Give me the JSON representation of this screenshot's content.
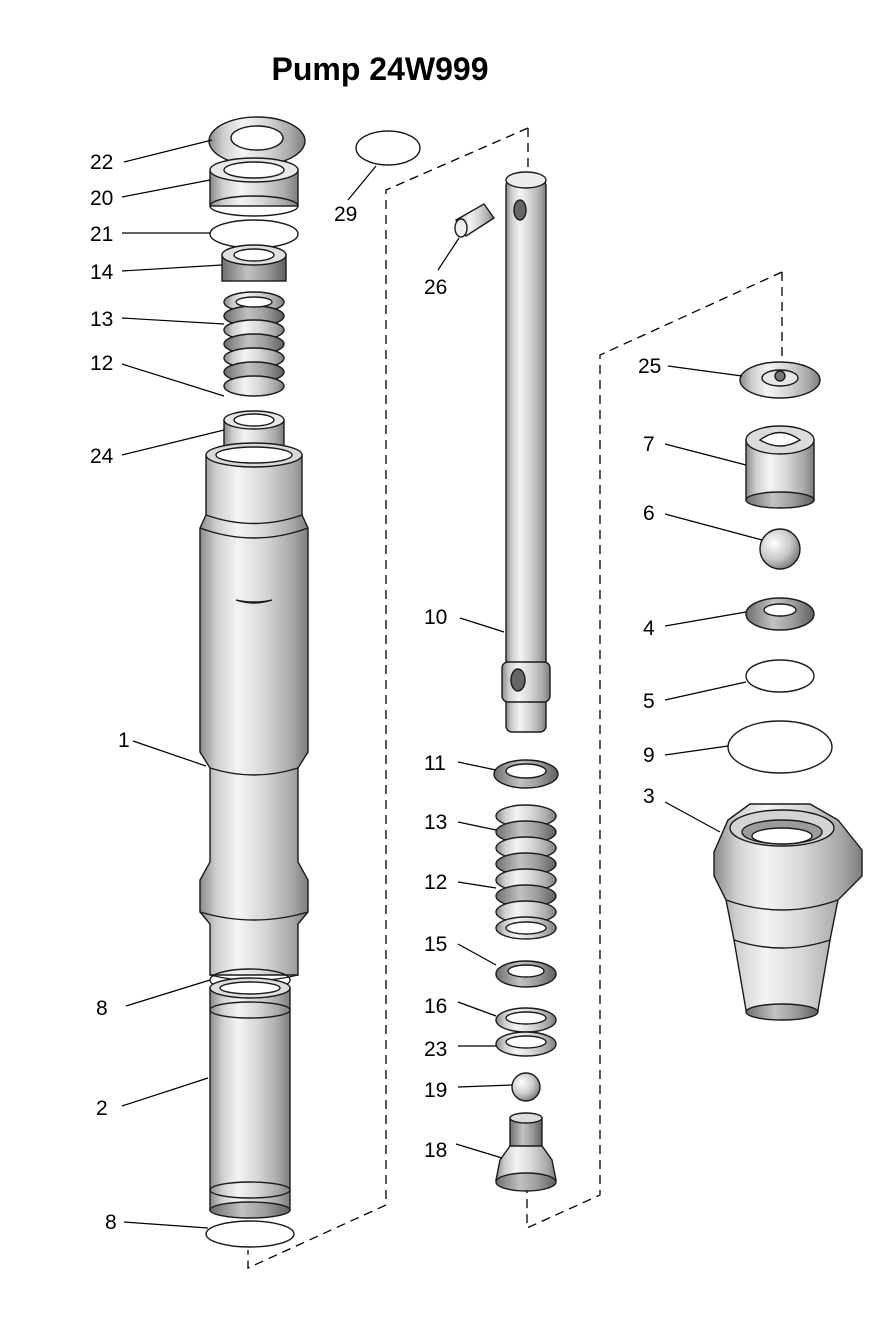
{
  "title": "Pump 24W999",
  "callouts": [
    {
      "id": "c22a",
      "label": "22"
    },
    {
      "id": "c20",
      "label": "20"
    },
    {
      "id": "c21",
      "label": "21"
    },
    {
      "id": "c14",
      "label": "14"
    },
    {
      "id": "c13a",
      "label": "13"
    },
    {
      "id": "c12a",
      "label": "12"
    },
    {
      "id": "c24",
      "label": "24"
    },
    {
      "id": "c1",
      "label": "1"
    },
    {
      "id": "c8a",
      "label": "8"
    },
    {
      "id": "c2",
      "label": "2"
    },
    {
      "id": "c8b",
      "label": "8"
    },
    {
      "id": "c29",
      "label": "29"
    },
    {
      "id": "c26",
      "label": "26"
    },
    {
      "id": "c10",
      "label": "10"
    },
    {
      "id": "c11",
      "label": "11"
    },
    {
      "id": "c13b",
      "label": "13"
    },
    {
      "id": "c12b",
      "label": "12"
    },
    {
      "id": "c15",
      "label": "15"
    },
    {
      "id": "c16",
      "label": "16"
    },
    {
      "id": "c23",
      "label": "23"
    },
    {
      "id": "c19",
      "label": "19"
    },
    {
      "id": "c18",
      "label": "18"
    },
    {
      "id": "c25",
      "label": "25"
    },
    {
      "id": "c7",
      "label": "7"
    },
    {
      "id": "c6",
      "label": "6"
    },
    {
      "id": "c4",
      "label": "4"
    },
    {
      "id": "c5",
      "label": "5"
    },
    {
      "id": "c9",
      "label": "9"
    },
    {
      "id": "c3",
      "label": "3"
    }
  ]
}
